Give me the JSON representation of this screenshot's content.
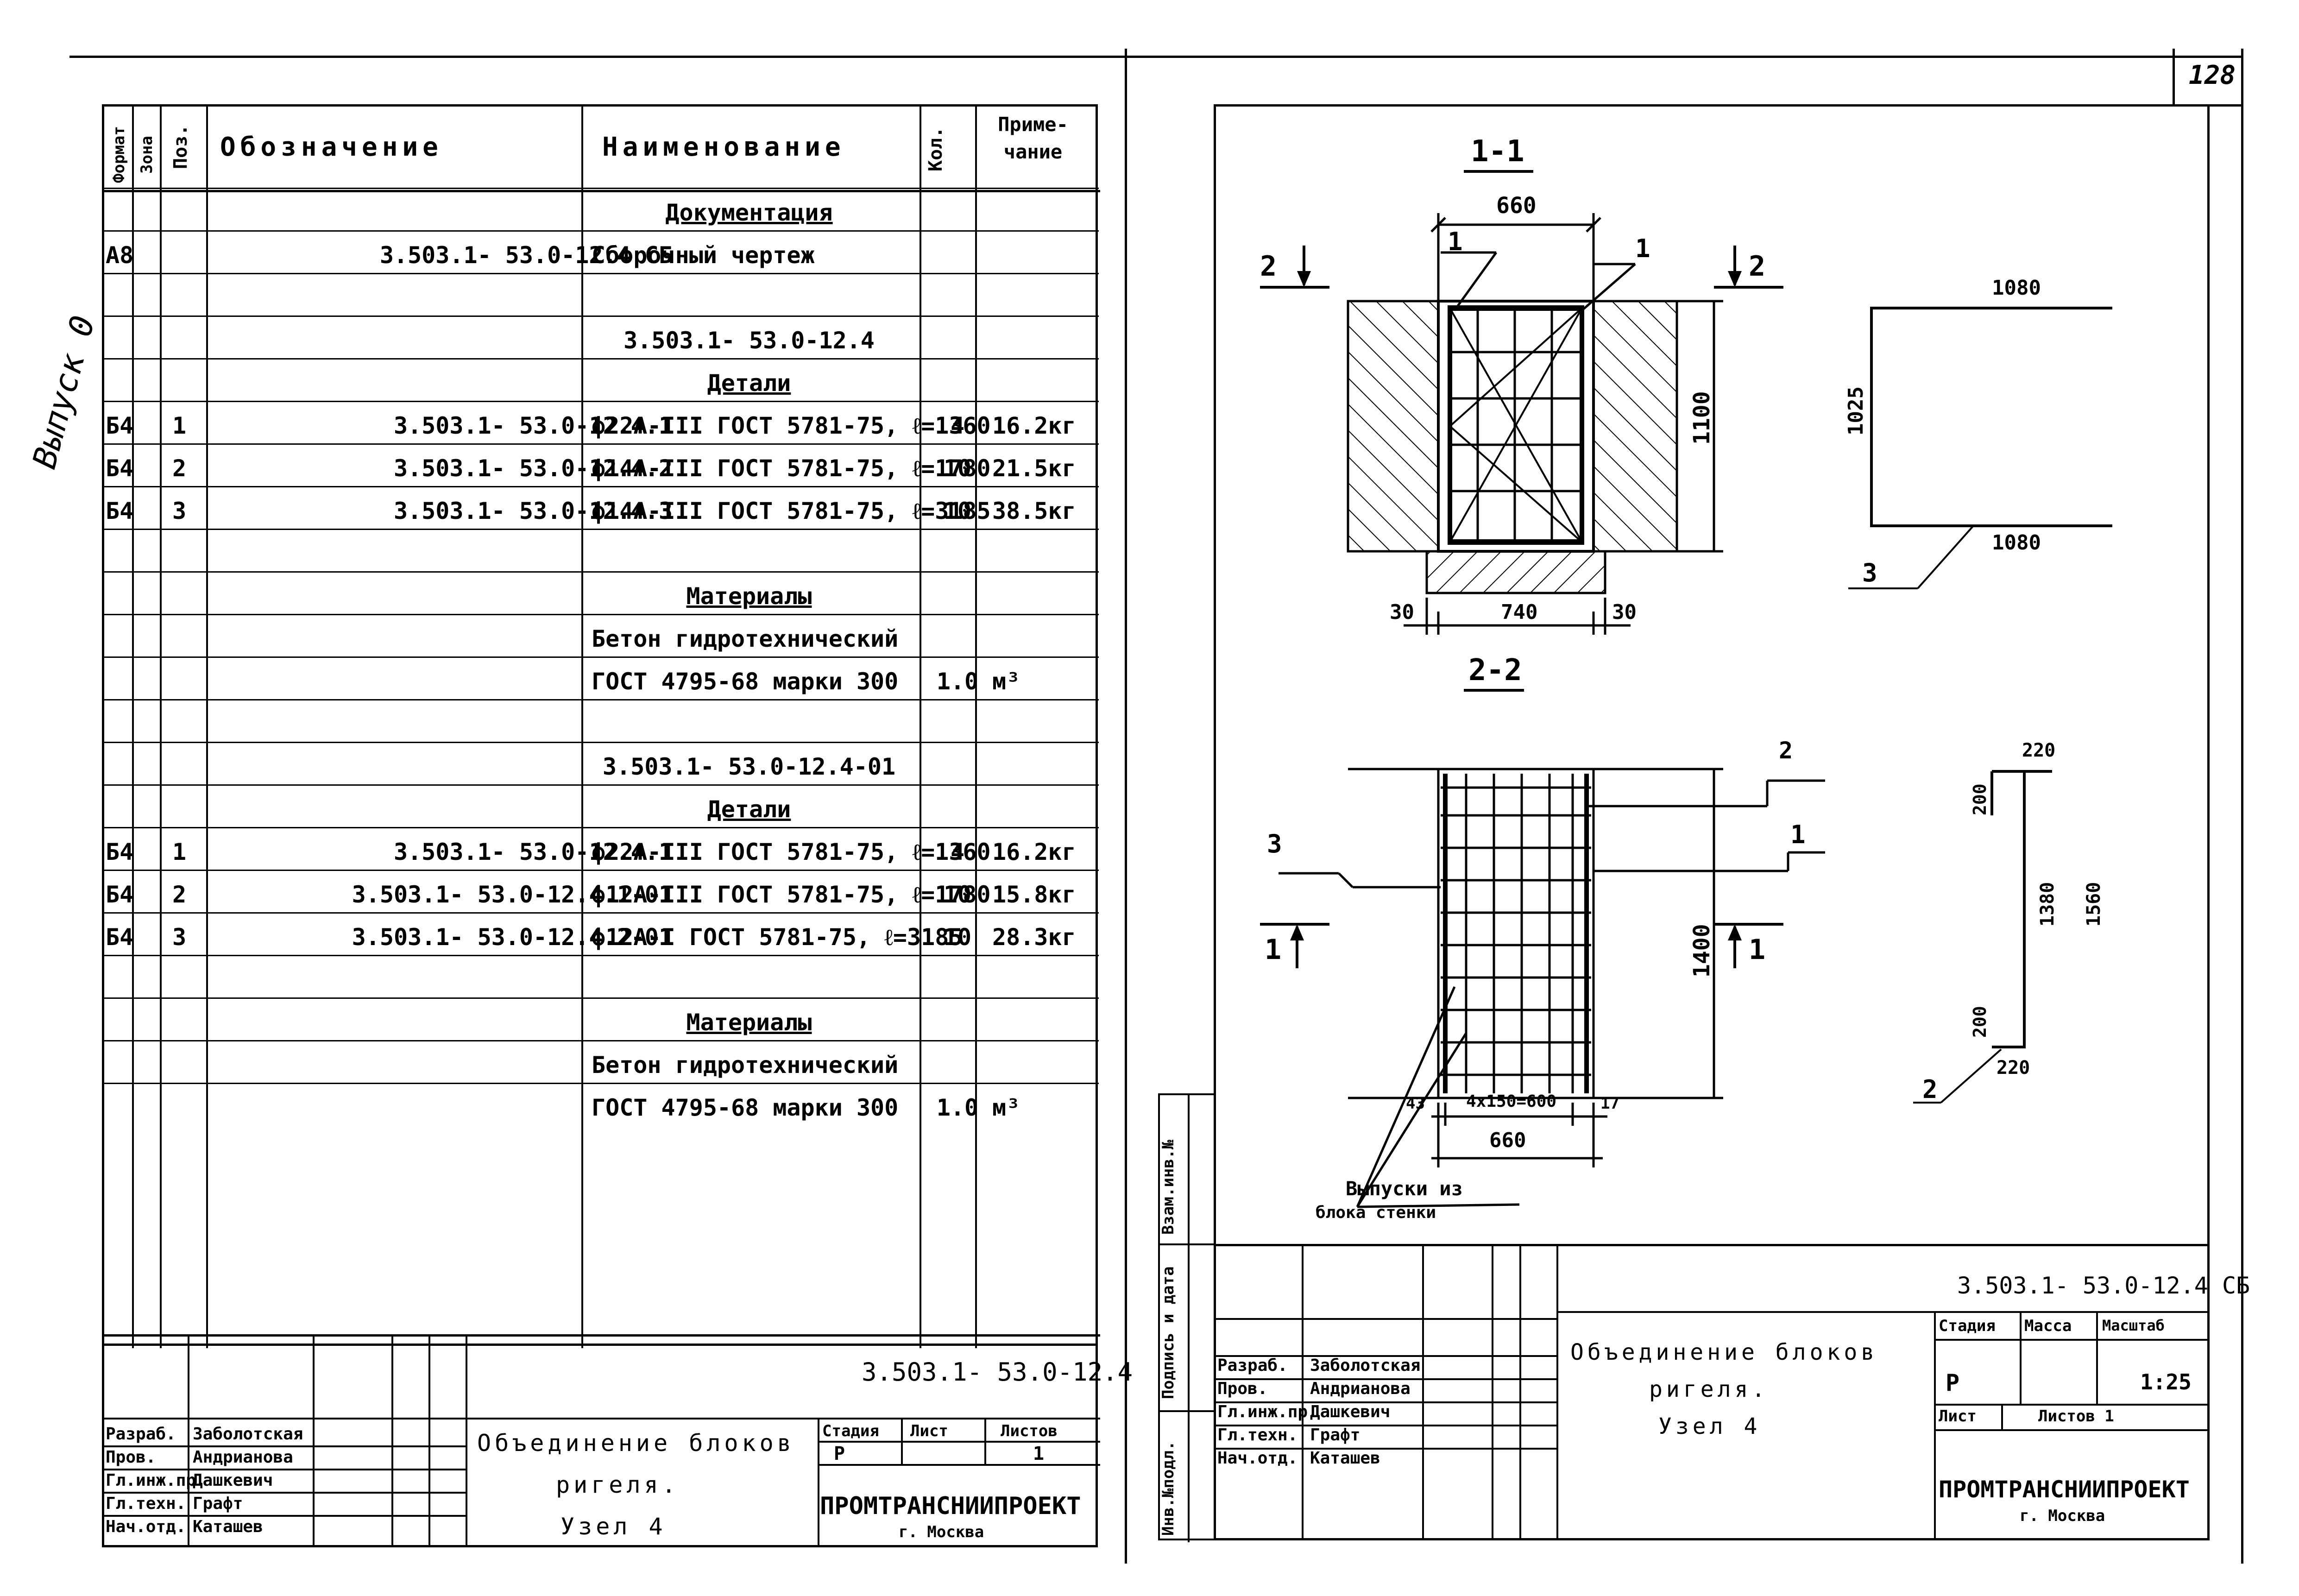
{
  "sheet_number": "128",
  "margin_note": "Выпуск 0",
  "spec": {
    "headers": {
      "format": "Формат",
      "zone": "Зона",
      "pos": "Поз.",
      "designation": "Обозначение",
      "name": "Наименование",
      "qty": "Кол.",
      "note": "Приме- чание"
    },
    "rows": [
      {
        "fmt": "",
        "pos": "",
        "des": "",
        "name": "Документация",
        "qty": "",
        "note": "",
        "style": "heading"
      },
      {
        "fmt": "А8",
        "pos": "",
        "des": "3.503.1- 53.0-12.4 СБ",
        "name": "Сборочный чертеж",
        "qty": "",
        "note": "",
        "style": ""
      },
      {
        "fmt": "",
        "pos": "",
        "des": "",
        "name": "",
        "qty": "",
        "note": "",
        "style": ""
      },
      {
        "fmt": "",
        "pos": "",
        "des": "",
        "name": "3.503.1- 53.0-12.4",
        "qty": "",
        "note": "",
        "style": "center"
      },
      {
        "fmt": "",
        "pos": "",
        "des": "",
        "name": "Детали",
        "qty": "",
        "note": "",
        "style": "heading"
      },
      {
        "fmt": "Б4",
        "pos": "1",
        "des": "3.503.1- 53.0-12.4.1",
        "name": "ф22А-III ГОСТ 5781-75, ℓ=1360",
        "qty": "4",
        "note": "16.2кг",
        "style": ""
      },
      {
        "fmt": "Б4",
        "pos": "2",
        "des": "3.503.1- 53.0-12.4.2",
        "name": "ф14А-III ГОСТ 5781-75, ℓ=1780",
        "qty": "10",
        "note": "21.5кг",
        "style": ""
      },
      {
        "fmt": "Б4",
        "pos": "3",
        "des": "3.503.1- 53.0-12.4.3",
        "name": "ф14А-III ГОСТ 5781-75, ℓ=3185",
        "qty": "10",
        "note": "38.5кг",
        "style": ""
      },
      {
        "fmt": "",
        "pos": "",
        "des": "",
        "name": "",
        "qty": "",
        "note": "",
        "style": ""
      },
      {
        "fmt": "",
        "pos": "",
        "des": "",
        "name": "Материалы",
        "qty": "",
        "note": "",
        "style": "heading"
      },
      {
        "fmt": "",
        "pos": "",
        "des": "",
        "name": "Бетон гидротехнический",
        "qty": "",
        "note": "",
        "style": ""
      },
      {
        "fmt": "",
        "pos": "",
        "des": "",
        "name": "ГОСТ 4795-68 марки 300",
        "qty": "1.0",
        "note": "м³",
        "style": ""
      },
      {
        "fmt": "",
        "pos": "",
        "des": "",
        "name": "",
        "qty": "",
        "note": "",
        "style": ""
      },
      {
        "fmt": "",
        "pos": "",
        "des": "",
        "name": "3.503.1- 53.0-12.4-01",
        "qty": "",
        "note": "",
        "style": "center"
      },
      {
        "fmt": "",
        "pos": "",
        "des": "",
        "name": "Детали",
        "qty": "",
        "note": "",
        "style": "heading"
      },
      {
        "fmt": "Б4",
        "pos": "1",
        "des": "3.503.1- 53.0-12.4.1",
        "name": "ф22А-III ГОСТ 5781-75, ℓ=1360",
        "qty": "4",
        "note": "16.2кг",
        "style": ""
      },
      {
        "fmt": "Б4",
        "pos": "2",
        "des": "3.503.1- 53.0-12.4.1-01",
        "name": "ф12А-III ГОСТ 5781-75, ℓ=1780",
        "qty": "10",
        "note": "15.8кг",
        "style": ""
      },
      {
        "fmt": "Б4",
        "pos": "3",
        "des": "3.503.1- 53.0-12.4.2-01",
        "name": "ф12А-I ГОСТ 5781-75, ℓ=3185",
        "qty": "10",
        "note": "28.3кг",
        "style": ""
      },
      {
        "fmt": "",
        "pos": "",
        "des": "",
        "name": "",
        "qty": "",
        "note": "",
        "style": ""
      },
      {
        "fmt": "",
        "pos": "",
        "des": "",
        "name": "Материалы",
        "qty": "",
        "note": "",
        "style": "heading"
      },
      {
        "fmt": "",
        "pos": "",
        "des": "",
        "name": "Бетон гидротехнический",
        "qty": "",
        "note": "",
        "style": ""
      },
      {
        "fmt": "",
        "pos": "",
        "des": "",
        "name": "ГОСТ 4795-68 марки 300",
        "qty": "1.0",
        "note": "м³",
        "style": ""
      }
    ]
  },
  "stamp_left": {
    "doc_code": "3.503.1- 53.0-12.4",
    "title_lines": [
      "Объединение блоков",
      "ригеля.",
      "Узел 4"
    ],
    "stage_label": "Стадия",
    "sheet_label": "Лист",
    "sheets_label": "Листов",
    "stage": "Р",
    "sheets": "1",
    "org": "ПРОМТРАНСНИИПРОЕКТ",
    "city": "г. Москва",
    "people": [
      {
        "role": "Разраб.",
        "name": "Заболотская"
      },
      {
        "role": "Пров.",
        "name": "Андрианова"
      },
      {
        "role": "Гл.инж.пр.",
        "name": "Дашкевич"
      },
      {
        "role": "Гл.техн.",
        "name": "Графт"
      },
      {
        "role": "Нач.отд.",
        "name": "Каташев"
      }
    ]
  },
  "stamp_right": {
    "doc_code": "3.503.1- 53.0-12.4 СБ",
    "title_lines": [
      "Объединение блоков",
      "ригеля.",
      "Узел 4"
    ],
    "stage_label": "Стадия",
    "mass_label": "Масса",
    "scale_label": "Масштаб",
    "stage": "Р",
    "scale": "1:25",
    "sheet_label": "Лист",
    "sheets_label": "Листов 1",
    "org": "ПРОМТРАНСНИИПРОЕКТ",
    "city": "г. Москва",
    "people": [
      {
        "role": "Разраб.",
        "name": "Заболотская"
      },
      {
        "role": "Пров.",
        "name": "Андрианова"
      },
      {
        "role": "Гл.инж.пр.",
        "name": "Дашкевич"
      },
      {
        "role": "Гл.техн.",
        "name": "Графт"
      },
      {
        "role": "Нач.отд.",
        "name": "Каташев"
      }
    ],
    "side_cols": [
      "Инв.№подл.",
      "Подпись и дата",
      "Взам.инв.№"
    ]
  },
  "drawing": {
    "sec11": {
      "label": "1-1",
      "w_top": "660",
      "h": "1100",
      "w_bottom": "740",
      "off_left": "30",
      "off_right": "30",
      "callout_a": "1",
      "callout_b": "1",
      "cut_a": "2",
      "cut_b": "2"
    },
    "sec22": {
      "label": "2-2",
      "h": "1400",
      "dim_left": "43",
      "dim_mid": "4x150=600",
      "dim_right": "17",
      "w_bottom": "660",
      "callout_2": "2",
      "callout_1": "1",
      "callout_3": "3",
      "cut_a": "1",
      "cut_b": "1",
      "note_line1": "Выпуски из",
      "note_line2": "блока стенки"
    },
    "bar3": {
      "top": "1080",
      "side": "1025",
      "bottom": "1080",
      "pos": "3"
    },
    "bar2": {
      "top": "220",
      "h_top": "200",
      "inner": "1380",
      "outer": "1560",
      "h_bottom": "200",
      "bottom": "220",
      "pos": "2"
    }
  }
}
